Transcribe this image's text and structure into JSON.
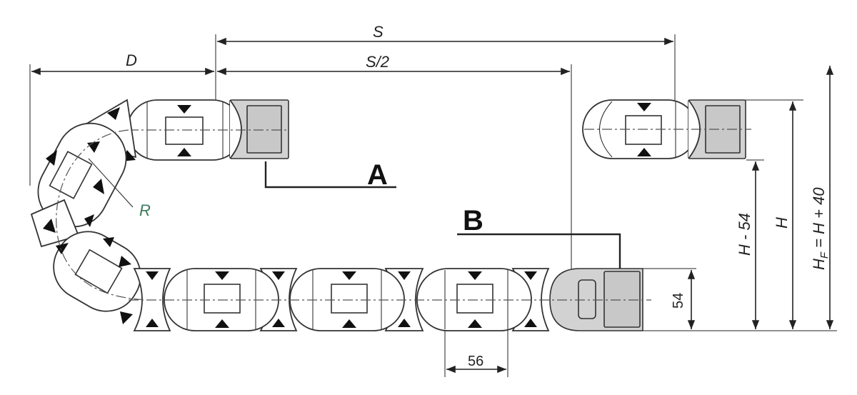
{
  "labels": {
    "S": "S",
    "S_half": "S/2",
    "D": "D",
    "R": "R",
    "A": "A",
    "B": "B",
    "H_minus_54": "H - 54",
    "H": "H",
    "HF_prefix": "H",
    "HF_sub": "F",
    "HF_suffix": " = H + 40",
    "link_height": "54",
    "pitch": "56"
  },
  "colors": {
    "bracket_fill": "#d2d2d2",
    "line": "#222222",
    "radius_label": "#3a7a5c"
  }
}
